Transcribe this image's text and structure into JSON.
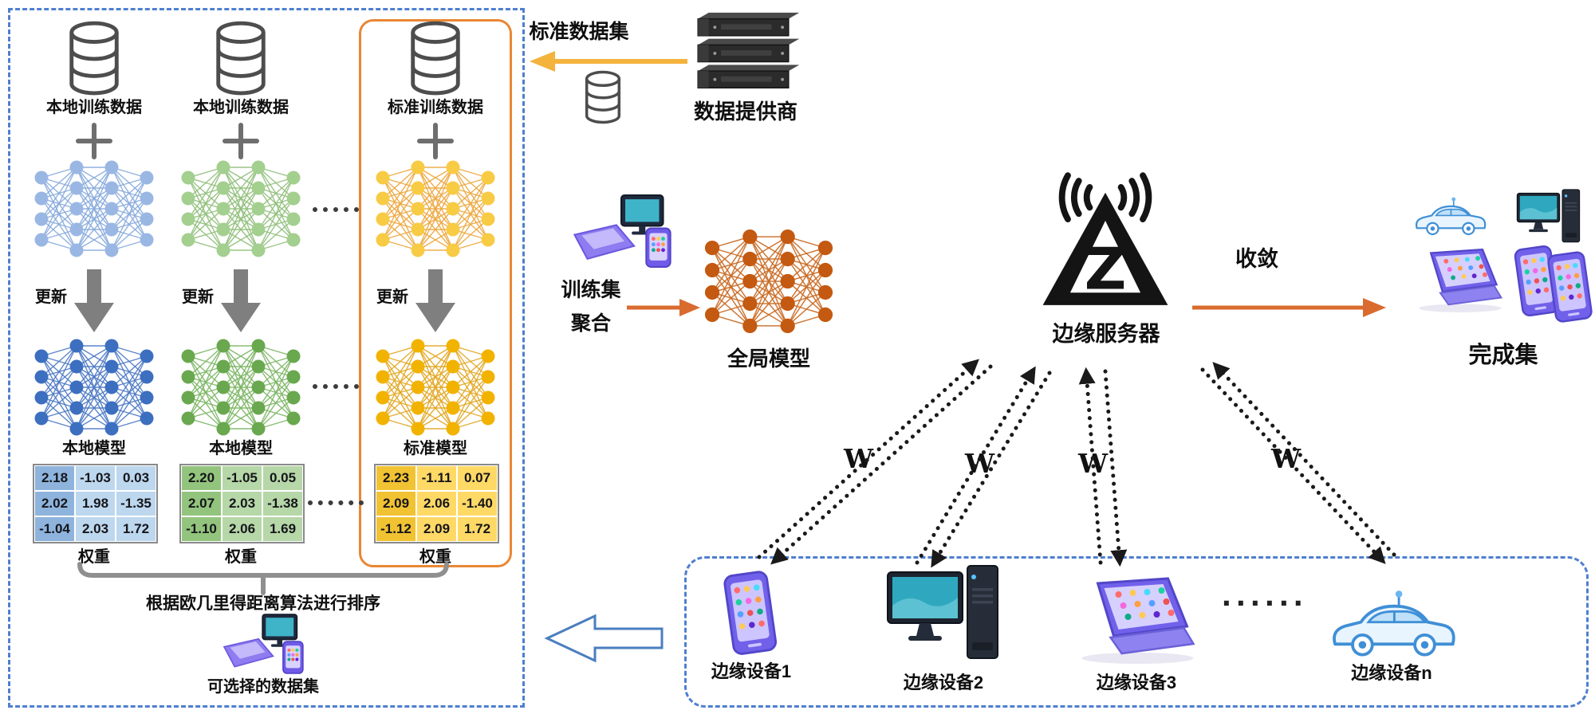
{
  "left_panel": {
    "columns": [
      {
        "data_label": "本地训练数据",
        "update_label": "更新",
        "model_label": "本地模型",
        "weight_label": "权重",
        "matrix": [
          [
            "2.18",
            "-1.03",
            "0.03"
          ],
          [
            "2.02",
            "1.98",
            "-1.35"
          ],
          [
            "-1.04",
            "2.03",
            "1.72"
          ]
        ]
      },
      {
        "data_label": "本地训练数据",
        "update_label": "更新",
        "model_label": "本地模型",
        "weight_label": "权重",
        "matrix": [
          [
            "2.20",
            "-1.05",
            "0.05"
          ],
          [
            "2.07",
            "2.03",
            "-1.38"
          ],
          [
            "-1.10",
            "2.06",
            "1.69"
          ]
        ]
      },
      {
        "data_label": "标准训练数据",
        "update_label": "更新",
        "model_label": "标准模型",
        "weight_label": "权重",
        "matrix": [
          [
            "2.23",
            "-1.11",
            "0.07"
          ],
          [
            "2.09",
            "2.06",
            "-1.40"
          ],
          [
            "-1.12",
            "2.09",
            "1.72"
          ]
        ]
      }
    ],
    "sort_caption": "根据欧几里得距离算法进行排序",
    "selectable_label": "可选择的数据集"
  },
  "provider": {
    "standard_dataset_label": "标准数据集",
    "provider_label": "数据提供商"
  },
  "aggregation": {
    "train_set_label": "训练集",
    "aggregate_label": "聚合",
    "global_model_label": "全局模型"
  },
  "server": {
    "label": "边缘服务器",
    "converge_label": "收敛",
    "complete_set_label": "完成集",
    "weight_symbol": "W"
  },
  "edge_devices": {
    "labels": [
      "边缘设备1",
      "边缘设备2",
      "边缘设备3",
      "边缘设备n"
    ],
    "ellipsis": "······"
  },
  "colors": {
    "panel_border": "#4f7fd0",
    "highlight_box": "#e98734",
    "arrow_orange": "#d96b2f",
    "arrow_yellow": "#f3b33d",
    "nn_light_blue": "#9ab7e4",
    "nn_light_green": "#a3cf8f",
    "nn_light_yellow": "#f8cb45",
    "nn_blue": "#3d6fc0",
    "nn_green": "#69a84e",
    "nn_gold": "#f2b200",
    "nn_orange": "#c45911",
    "matrix_blue": "#bdd7ee",
    "matrix_green": "#b6d7a8",
    "matrix_yellow": "#ffd966"
  }
}
